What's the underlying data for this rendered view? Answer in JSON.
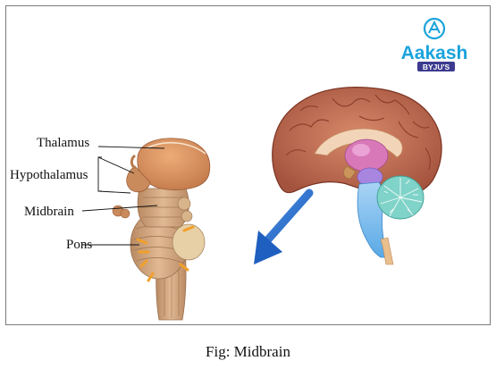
{
  "figure": {
    "caption": "Fig: Midbrain",
    "labels": {
      "thalamus": "Thalamus",
      "hypothalamus": "Hypothalamus",
      "midbrain": "Midbrain",
      "pons": "Pons"
    }
  },
  "logo": {
    "name": "Aakash",
    "sub": "BYJU'S",
    "color": "#1ba3dc"
  },
  "colors": {
    "arrow": "#2f74cf",
    "brain_outer": "#b8664c",
    "thalamus": "#d9915f",
    "stem": "#cfa27a",
    "cerebellum": "#7fd3c8"
  }
}
